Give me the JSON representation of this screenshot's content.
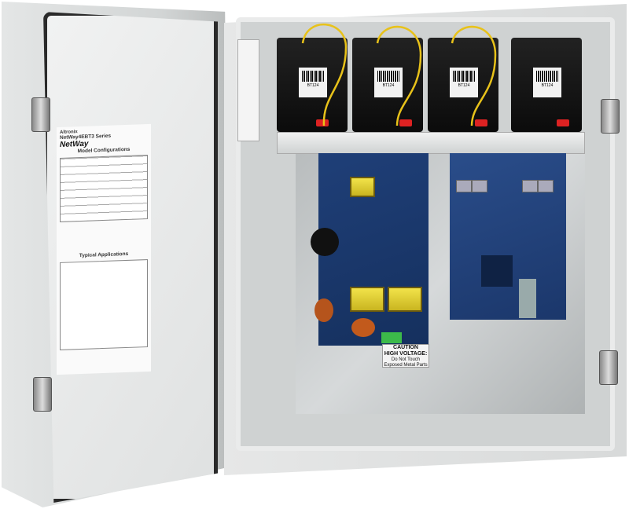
{
  "door_label": {
    "brand": "Altronix",
    "series": "NetWay4EBT3 Series",
    "logo": "NetWay",
    "section1": "Model Configurations",
    "section2": "Typical Applications"
  },
  "battery_label": "BT124",
  "caution_label": {
    "title": "CAUTION",
    "subtitle": "HIGH VOLTAGE:",
    "line1": "Do Not Touch",
    "line2": "Exposed Metal Parts"
  },
  "colors": {
    "enclosure": "#e2e4e4",
    "board": "#1f3f78",
    "battery": "#111111",
    "wire": "#e8c21a"
  }
}
